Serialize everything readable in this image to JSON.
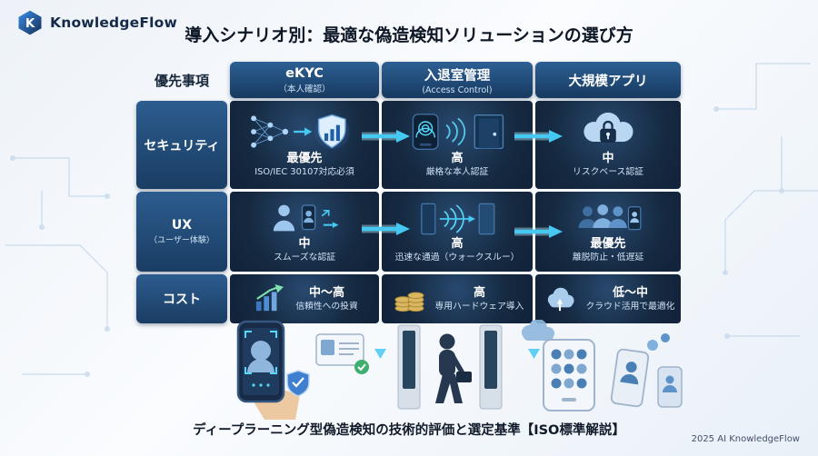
{
  "logo": {
    "brand": "KnowledgeFlow",
    "icon": "hexagon-k-icon"
  },
  "title": "導入シナリオ別：最適な偽造検知ソリューションの選び方",
  "colors": {
    "accent_cyan": "#45c8f1",
    "header_blue": "#1d4470",
    "cell_navy": "#152940",
    "background": "#f2f6fb"
  },
  "matrix": {
    "corner_label": "優先事項",
    "columns": [
      {
        "title": "eKYC",
        "subtitle": "（本人確認）"
      },
      {
        "title": "入退室管理",
        "subtitle": "(Access Control)"
      },
      {
        "title": "大規模アプリ",
        "subtitle": ""
      }
    ],
    "rows": [
      {
        "label": "セキュリティ",
        "sublabel": ""
      },
      {
        "label": "UX",
        "sublabel": "（ユーザー体験）"
      },
      {
        "label": "コスト",
        "sublabel": ""
      }
    ],
    "cells": [
      [
        {
          "icon": "neural-network-shield-icon",
          "level": "最優先",
          "desc": "ISO/IEC 30107対応必須"
        },
        {
          "icon": "fingerprint-scanner-door-icon",
          "level": "高",
          "desc": "厳格な本人認証"
        },
        {
          "icon": "cloud-lock-icon",
          "level": "中",
          "desc": "リスクベース認証"
        }
      ],
      [
        {
          "icon": "person-phone-icon",
          "level": "中",
          "desc": "スムーズな認証"
        },
        {
          "icon": "walkthrough-gate-icon",
          "level": "高",
          "desc": "迅速な通過（ウォークスルー）"
        },
        {
          "icon": "user-group-phone-icon",
          "level": "最優先",
          "desc": "離脱防止・低遅延"
        }
      ],
      [
        {
          "icon": "growth-chart-icon",
          "level": "中〜高",
          "desc": "信頼性への投資"
        },
        {
          "icon": "coins-icon",
          "level": "高",
          "desc": "専用ハードウェア導入"
        },
        {
          "icon": "cloud-optimize-icon",
          "level": "低〜中",
          "desc": "クラウド活用で最適化"
        }
      ]
    ]
  },
  "footer": {
    "caption": "ディープラーニング型偽造検知の技術的評価と選定基準【ISO標準解説】",
    "credit": "2025 AI KnowledgeFlow"
  }
}
